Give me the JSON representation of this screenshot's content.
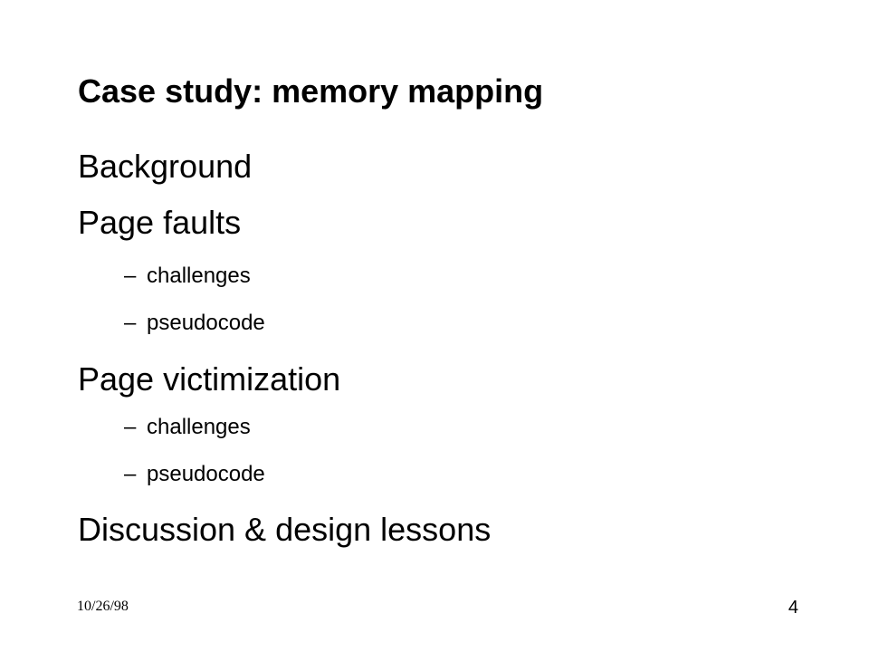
{
  "slide": {
    "title": "Case study: memory mapping",
    "dash": "–",
    "bullets": [
      {
        "text": "Background"
      },
      {
        "text": "Page faults"
      },
      {
        "text": "challenges"
      },
      {
        "text": "pseudocode"
      },
      {
        "text": "Page victimization"
      },
      {
        "text": "challenges"
      },
      {
        "text": "pseudocode"
      },
      {
        "text": "Discussion & design lessons"
      }
    ],
    "footer": {
      "date": "10/26/98",
      "page_number": "4"
    }
  }
}
